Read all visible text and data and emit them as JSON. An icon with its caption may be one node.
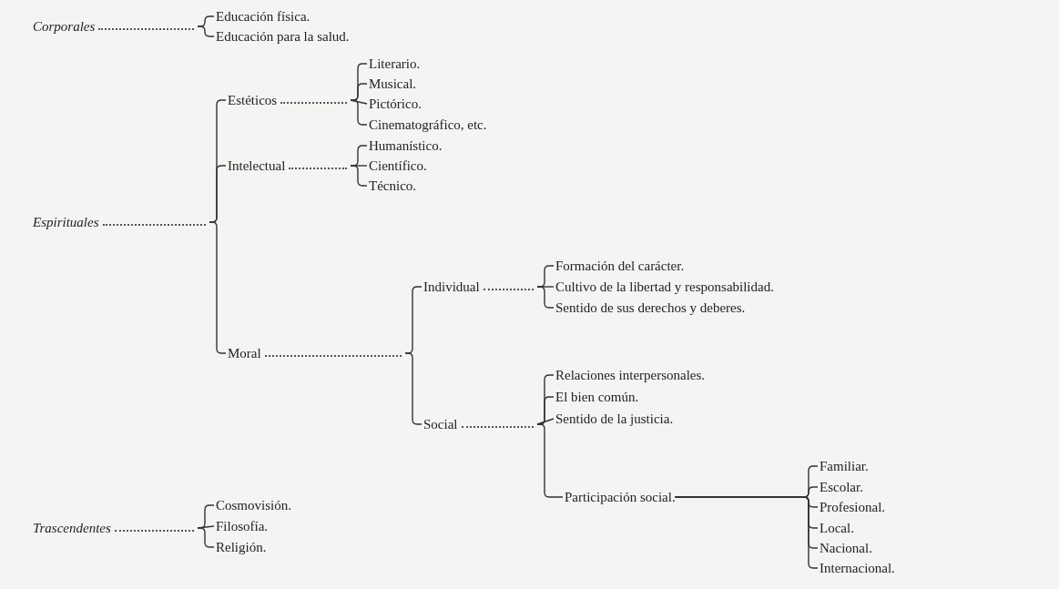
{
  "diagram": {
    "nodes": [
      {
        "text": [
          "Corporales"
        ]
      },
      {
        "text": [
          "Educación física."
        ]
      },
      {
        "text": [
          "Educación para la salud."
        ]
      },
      {
        "text": [
          "Espirituales"
        ]
      },
      {
        "text": [
          "Estéticos"
        ]
      },
      {
        "text": [
          "Literario."
        ]
      },
      {
        "text": [
          "Musical."
        ]
      },
      {
        "text": [
          "Pictórico."
        ]
      },
      {
        "text": [
          "Cinematográfico, etc."
        ]
      },
      {
        "text": [
          "Intelectual"
        ]
      },
      {
        "text": [
          "Humanístico."
        ]
      },
      {
        "text": [
          "Científico."
        ]
      },
      {
        "text": [
          "Técnico."
        ]
      },
      {
        "text": [
          "Moral"
        ]
      },
      {
        "text": [
          "Individual"
        ]
      },
      {
        "text": [
          "Formación del carácter."
        ]
      },
      {
        "text": [
          "Cultivo de la libertad y responsabilidad."
        ]
      },
      {
        "text": [
          "Sentido de sus derechos y deberes."
        ]
      },
      {
        "text": [
          "Social"
        ]
      },
      {
        "text": [
          "Relaciones interpersonales."
        ]
      },
      {
        "text": [
          "El bien común."
        ]
      },
      {
        "text": [
          "Sentido de la justicia."
        ]
      },
      {
        "text": [
          "Participación social."
        ]
      },
      {
        "text": [
          "Familiar."
        ]
      },
      {
        "text": [
          "Escolar."
        ]
      },
      {
        "text": [
          "Profesional."
        ]
      },
      {
        "text": [
          "Local."
        ]
      },
      {
        "text": [
          "Nacional."
        ]
      },
      {
        "text": [
          "Internacional."
        ]
      },
      {
        "text": [
          "Trascendentes"
        ]
      },
      {
        "text": [
          "Cosmovisión."
        ]
      },
      {
        "text": [
          "Filosofía."
        ]
      },
      {
        "text": [
          "Religión."
        ]
      }
    ],
    "edges": [
      {
        "from": 0,
        "to": 1,
        "arrow": "none"
      },
      {
        "from": 0,
        "to": 2,
        "arrow": "none"
      },
      {
        "from": 3,
        "to": 4,
        "arrow": "none"
      },
      {
        "from": 3,
        "to": 9,
        "arrow": "none"
      },
      {
        "from": 3,
        "to": 13,
        "arrow": "none"
      },
      {
        "from": 4,
        "to": 5,
        "arrow": "none"
      },
      {
        "from": 4,
        "to": 6,
        "arrow": "none"
      },
      {
        "from": 4,
        "to": 7,
        "arrow": "none"
      },
      {
        "from": 4,
        "to": 8,
        "arrow": "none"
      },
      {
        "from": 9,
        "to": 10,
        "arrow": "none"
      },
      {
        "from": 9,
        "to": 11,
        "arrow": "none"
      },
      {
        "from": 9,
        "to": 12,
        "arrow": "none"
      },
      {
        "from": 13,
        "to": 14,
        "arrow": "none"
      },
      {
        "from": 13,
        "to": 18,
        "arrow": "none"
      },
      {
        "from": 14,
        "to": 15,
        "arrow": "none"
      },
      {
        "from": 14,
        "to": 16,
        "arrow": "none"
      },
      {
        "from": 14,
        "to": 17,
        "arrow": "none"
      },
      {
        "from": 18,
        "to": 19,
        "arrow": "none"
      },
      {
        "from": 18,
        "to": 20,
        "arrow": "none"
      },
      {
        "from": 18,
        "to": 21,
        "arrow": "none"
      },
      {
        "from": 18,
        "to": 22,
        "arrow": "none"
      },
      {
        "from": 22,
        "to": 23,
        "arrow": "none"
      },
      {
        "from": 22,
        "to": 24,
        "arrow": "none"
      },
      {
        "from": 22,
        "to": 25,
        "arrow": "none"
      },
      {
        "from": 22,
        "to": 26,
        "arrow": "none"
      },
      {
        "from": 22,
        "to": 27,
        "arrow": "none"
      },
      {
        "from": 22,
        "to": 28,
        "arrow": "none"
      },
      {
        "from": 29,
        "to": 30,
        "arrow": "none"
      },
      {
        "from": 29,
        "to": 31,
        "arrow": "none"
      },
      {
        "from": 29,
        "to": 32,
        "arrow": "none"
      }
    ]
  }
}
